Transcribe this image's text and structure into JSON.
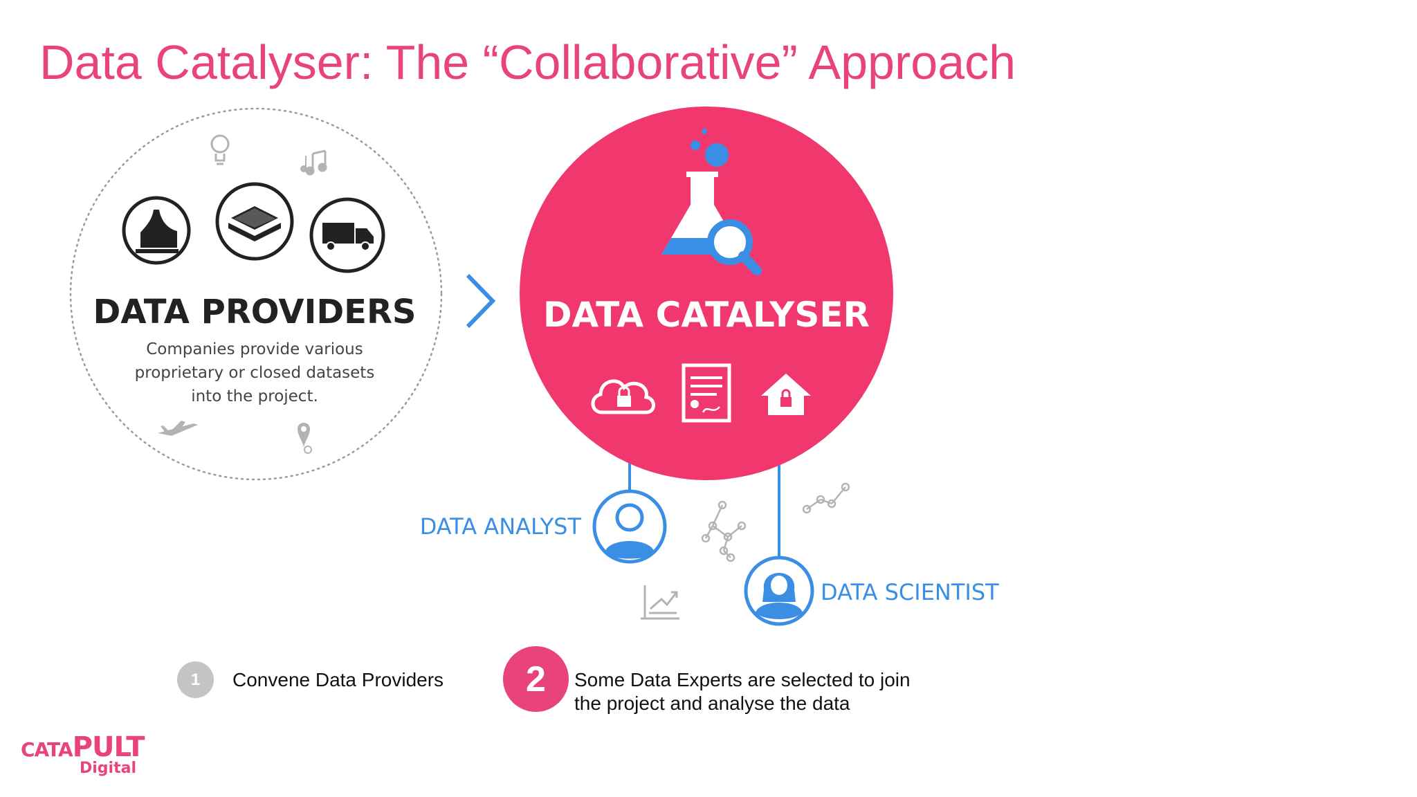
{
  "title": "Data Catalyser: The “Collaborative” Approach",
  "providers": {
    "heading": "DATA PROVIDERS",
    "description": [
      "Companies provide various",
      "proprietary or closed datasets",
      "into the project."
    ]
  },
  "catalyser": {
    "heading": "DATA CATALYSER"
  },
  "roles": {
    "analyst": "DATA ANALYST",
    "scientist": "DATA SCIENTIST"
  },
  "steps": [
    {
      "number": "1",
      "label": "Convene Data Providers"
    },
    {
      "number": "2",
      "label_lines": [
        "Some Data Experts are selected to join",
        "the project and analyse the data"
      ]
    }
  ],
  "logo": {
    "top_small": "CATA",
    "top_big": "PULT",
    "bottom": "Digital"
  },
  "colors": {
    "accent": "#e8437d",
    "catalyser_fill": "#f0386e",
    "role_blue": "#3a8fe4",
    "dark": "#222222",
    "gray_icon": "#b3b3b3",
    "step_inactive": "#c4c4c4"
  }
}
